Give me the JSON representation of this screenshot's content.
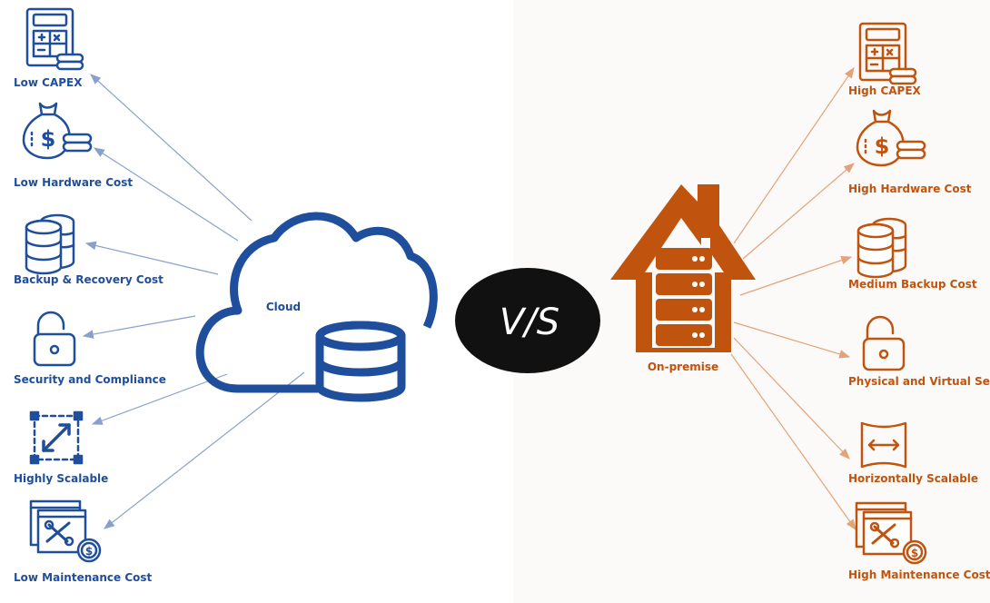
{
  "colors": {
    "cloud": "#1f4e9c",
    "onprem": "#c0540e",
    "vs_bg": "#111111",
    "onprem_bg": "#fcfaf8"
  },
  "cloud": {
    "label": "Cloud",
    "items": [
      {
        "label": "Low CAPEX",
        "icon": "calculator-icon"
      },
      {
        "label": "Low Hardware Cost",
        "icon": "money-bag-icon"
      },
      {
        "label": "Backup & Recovery Cost",
        "icon": "database-icon"
      },
      {
        "label": "Security and Compliance",
        "icon": "lock-icon"
      },
      {
        "label": "Highly Scalable",
        "icon": "scale-diagonal-icon"
      },
      {
        "label": "Low Maintenance Cost",
        "icon": "maintenance-icon"
      }
    ]
  },
  "vs": {
    "label": "V/S"
  },
  "onprem": {
    "label": "On-premise",
    "items": [
      {
        "label": "High CAPEX",
        "icon": "calculator-icon"
      },
      {
        "label": "High Hardware Cost",
        "icon": "money-bag-icon"
      },
      {
        "label": "Medium Backup Cost",
        "icon": "database-icon"
      },
      {
        "label": "Physical and Virtual Security",
        "icon": "lock-icon"
      },
      {
        "label": "Horizontally Scalable",
        "icon": "scale-horizontal-icon"
      },
      {
        "label": "High Maintenance Cost",
        "icon": "maintenance-icon"
      }
    ]
  }
}
